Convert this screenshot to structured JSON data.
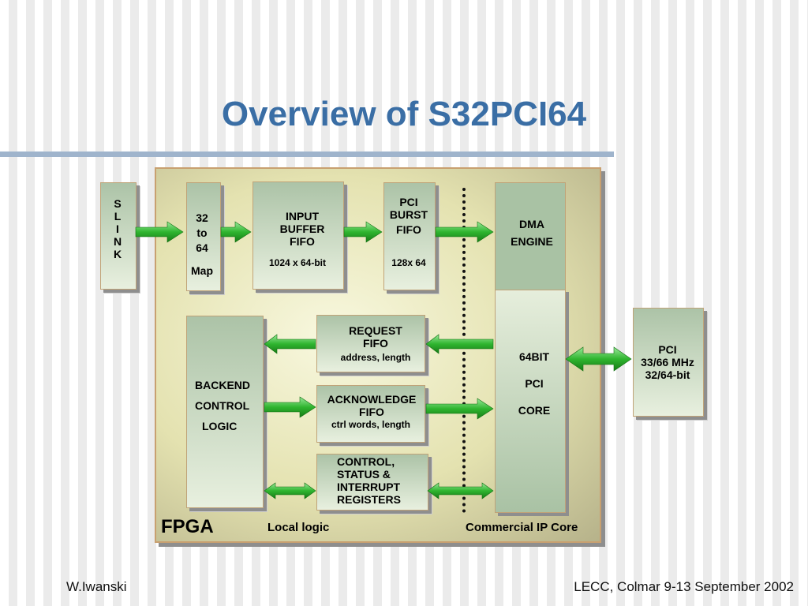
{
  "slide": {
    "title": "Overview of S32PCI64",
    "footer_left": "W.Iwanski",
    "footer_right": "LECC, Colmar 9-13 September 2002"
  },
  "diagram": {
    "slink": [
      "S",
      "L",
      "I",
      "N",
      "K"
    ],
    "map": [
      "32",
      "to",
      "64",
      "Map"
    ],
    "input_fifo": [
      "INPUT",
      "BUFFER",
      "FIFO"
    ],
    "input_fifo_size": "1024 x 64-bit",
    "burst_fifo": [
      "PCI",
      "BURST",
      "FIFO"
    ],
    "burst_fifo_size": "128x 64",
    "dma": [
      "DMA",
      "ENGINE"
    ],
    "pci_core": [
      "64BIT",
      "PCI",
      "CORE"
    ],
    "pci_bus": [
      "PCI",
      "33/66 MHz",
      "32/64-bit"
    ],
    "backend": [
      "BACKEND",
      "CONTROL",
      "LOGIC"
    ],
    "request_fifo": [
      "REQUEST",
      "FIFO"
    ],
    "request_fifo_note": "address, length",
    "ack_fifo": [
      "ACKNOWLEDGE",
      "FIFO"
    ],
    "ack_fifo_note": "ctrl words, length",
    "registers": [
      "CONTROL,",
      "STATUS &",
      "INTERRUPT",
      "REGISTERS"
    ],
    "fpga_label": "FPGA",
    "local_logic_label": "Local logic",
    "ip_core_label": "Commercial IP Core"
  },
  "colors": {
    "title": "#3a6ea5",
    "arrow_green": "#2fb52f",
    "box_fill": "#acc3a7",
    "fpga_fill": "#e4e2b0"
  }
}
